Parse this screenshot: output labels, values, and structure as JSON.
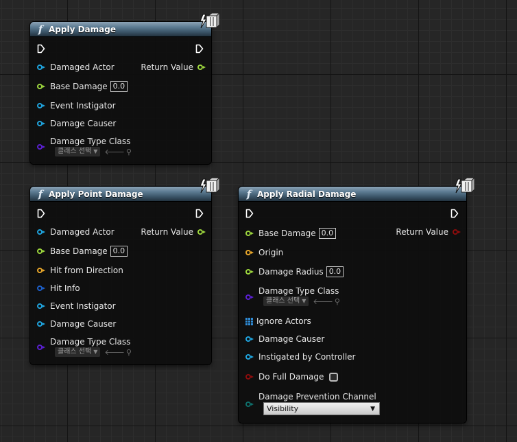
{
  "colors": {
    "exec": "#ffffff",
    "object_pin": "#1fa3dd",
    "float_pin": "#9bd43d",
    "vector_pin": "#e6a52a",
    "struct_pin": "#1d5fc9",
    "class_pin": "#5a1fd0",
    "bool_pin": "#8c0c0c",
    "enum_pin": "#0f6e6a"
  },
  "nodes": {
    "apply_damage": {
      "title": "Apply Damage",
      "pins": {
        "damaged_actor": "Damaged Actor",
        "base_damage": "Base Damage",
        "base_damage_value": "0.0",
        "event_instigator": "Event Instigator",
        "damage_causer": "Damage Causer",
        "damage_type_class": "Damage Type Class",
        "class_select": "클래스 선택",
        "return_value": "Return Value"
      }
    },
    "apply_point_damage": {
      "title": "Apply Point Damage",
      "pins": {
        "damaged_actor": "Damaged Actor",
        "base_damage": "Base Damage",
        "base_damage_value": "0.0",
        "hit_from_direction": "Hit from Direction",
        "hit_info": "Hit Info",
        "event_instigator": "Event Instigator",
        "damage_causer": "Damage Causer",
        "damage_type_class": "Damage Type Class",
        "class_select": "클래스 선택",
        "return_value": "Return Value"
      }
    },
    "apply_radial_damage": {
      "title": "Apply Radial Damage",
      "pins": {
        "base_damage": "Base Damage",
        "base_damage_value": "0.0",
        "origin": "Origin",
        "damage_radius": "Damage Radius",
        "damage_radius_value": "0.0",
        "damage_type_class": "Damage Type Class",
        "class_select": "클래스 선택",
        "ignore_actors": "Ignore Actors",
        "damage_causer": "Damage Causer",
        "instigated_by_controller": "Instigated by Controller",
        "do_full_damage": "Do Full Damage",
        "damage_prevention_channel": "Damage Prevention Channel",
        "channel_value": "Visibility",
        "return_value": "Return Value"
      }
    }
  }
}
